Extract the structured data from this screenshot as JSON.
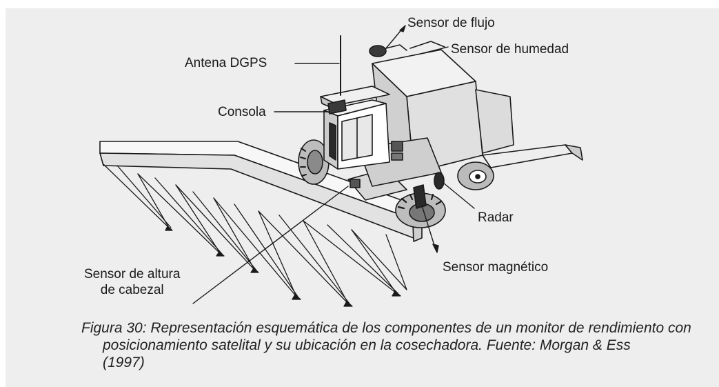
{
  "labels": {
    "sensor_flujo": "Sensor de flujo",
    "sensor_humedad": "Sensor de humedad",
    "antena_dgps": "Antena DGPS",
    "consola": "Consola",
    "radar": "Radar",
    "sensor_magnetico": "Sensor magnético",
    "sensor_altura_line1": "Sensor de altura",
    "sensor_altura_line2": "de cabezal"
  },
  "caption": {
    "line1": "Figura 30: Representación esquemática de los componentes de un monitor de rendimiento con",
    "line2": "posicionamiento satelital y su ubicación en la cosechadora.  Fuente: Morgan & Ess",
    "line3": "(1997)"
  },
  "colors": {
    "panel_background": "#eeeeee",
    "text": "#1a1a1a",
    "line_art": "#1a1a1a"
  }
}
